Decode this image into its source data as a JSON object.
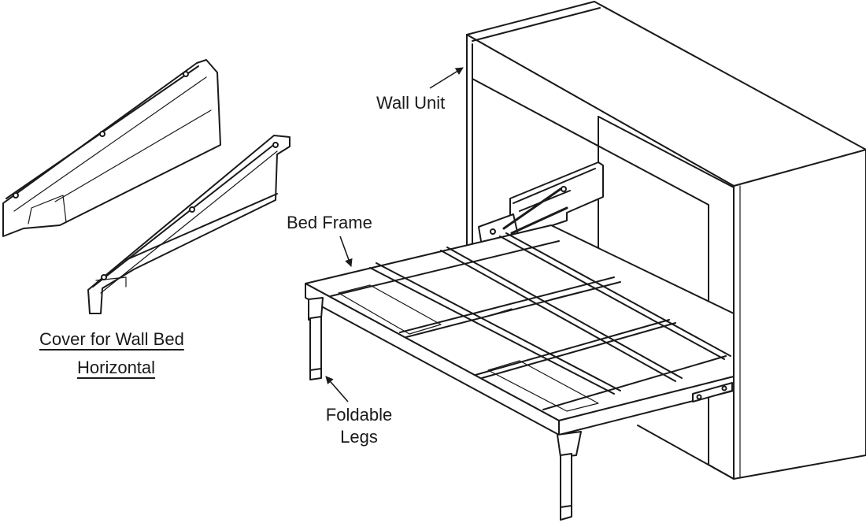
{
  "labels": {
    "wall_unit": "Wall Unit",
    "bed_frame": "Bed Frame",
    "foldable_legs_line1": "Foldable",
    "foldable_legs_line2": "Legs",
    "cover_line1": "Cover for Wall Bed",
    "cover_line2": "Horizontal"
  },
  "colors": {
    "line": "#1a1a1a",
    "fill": "#ffffff",
    "shade": "#d9d9d9"
  }
}
